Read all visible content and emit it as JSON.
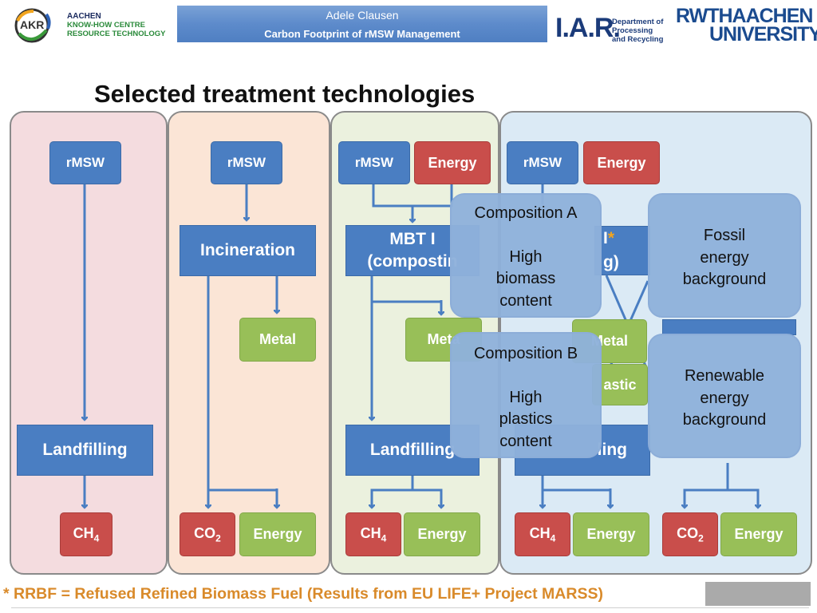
{
  "header": {
    "author": "Adele Clausen",
    "subtitle": "Carbon Footprint of rMSW Management"
  },
  "logos": {
    "akr": {
      "letters": "AKR",
      "line1": "AACHEN",
      "line2": "KNOW-HOW CENTRE",
      "line3": "RESOURCE TECHNOLOGY"
    },
    "iar": {
      "name": "I.A.R.",
      "dept": "Department of Processing and Recycling"
    },
    "rwth": {
      "line1": "RWTHAACHEN",
      "line2": "UNIVERSITY"
    }
  },
  "title": "Selected treatment technologies",
  "columns": {
    "landfill": {
      "input": "rMSW",
      "process": "Landfilling",
      "output_1": "CH4"
    },
    "incineration": {
      "input": "rMSW",
      "process": "Incineration",
      "recovered": "Metal",
      "output_1": "CO2",
      "output_2": "Energy"
    },
    "mbt1": {
      "input": "rMSW",
      "energy_input": "Energy",
      "process_line1": "MBT I",
      "process_line2": "(compostin",
      "recovered": "Meta",
      "landfill": "Landfilling",
      "output_1": "CH4",
      "output_2": "Energy"
    },
    "rrbf": {
      "input": "rMSW",
      "energy_input": "Energy",
      "process_frag1": "I",
      "process_star": "*",
      "process_frag2": "g)",
      "recovered_metal": "Metal",
      "recovered_plastic": "astic",
      "landfill": "ling",
      "output_1": "CH4",
      "output_2": "Energy",
      "output_3": "CO2",
      "output_4": "Energy"
    }
  },
  "overlays": {
    "composition_a": {
      "title": "Composition A",
      "line1": "High",
      "line2": "biomass",
      "line3": "content"
    },
    "composition_b": {
      "title": "Composition B",
      "line1": "High",
      "line2": "plastics",
      "line3": "content"
    },
    "fossil": {
      "line1": "Fossil",
      "line2": "energy",
      "line3": "background"
    },
    "renewable": {
      "line1": "Renewable",
      "line2": "energy",
      "line3": "background"
    }
  },
  "footnote": "* RRBF = Refused Refined Biomass Fuel (Results from EU LIFE+ Project MARSS)",
  "colors": {
    "input_blue": "#4a7ec2",
    "output_red": "#c94e4b",
    "output_green": "#98bf58",
    "overlay": "#8fb1db",
    "footnote": "#d98a2a"
  }
}
